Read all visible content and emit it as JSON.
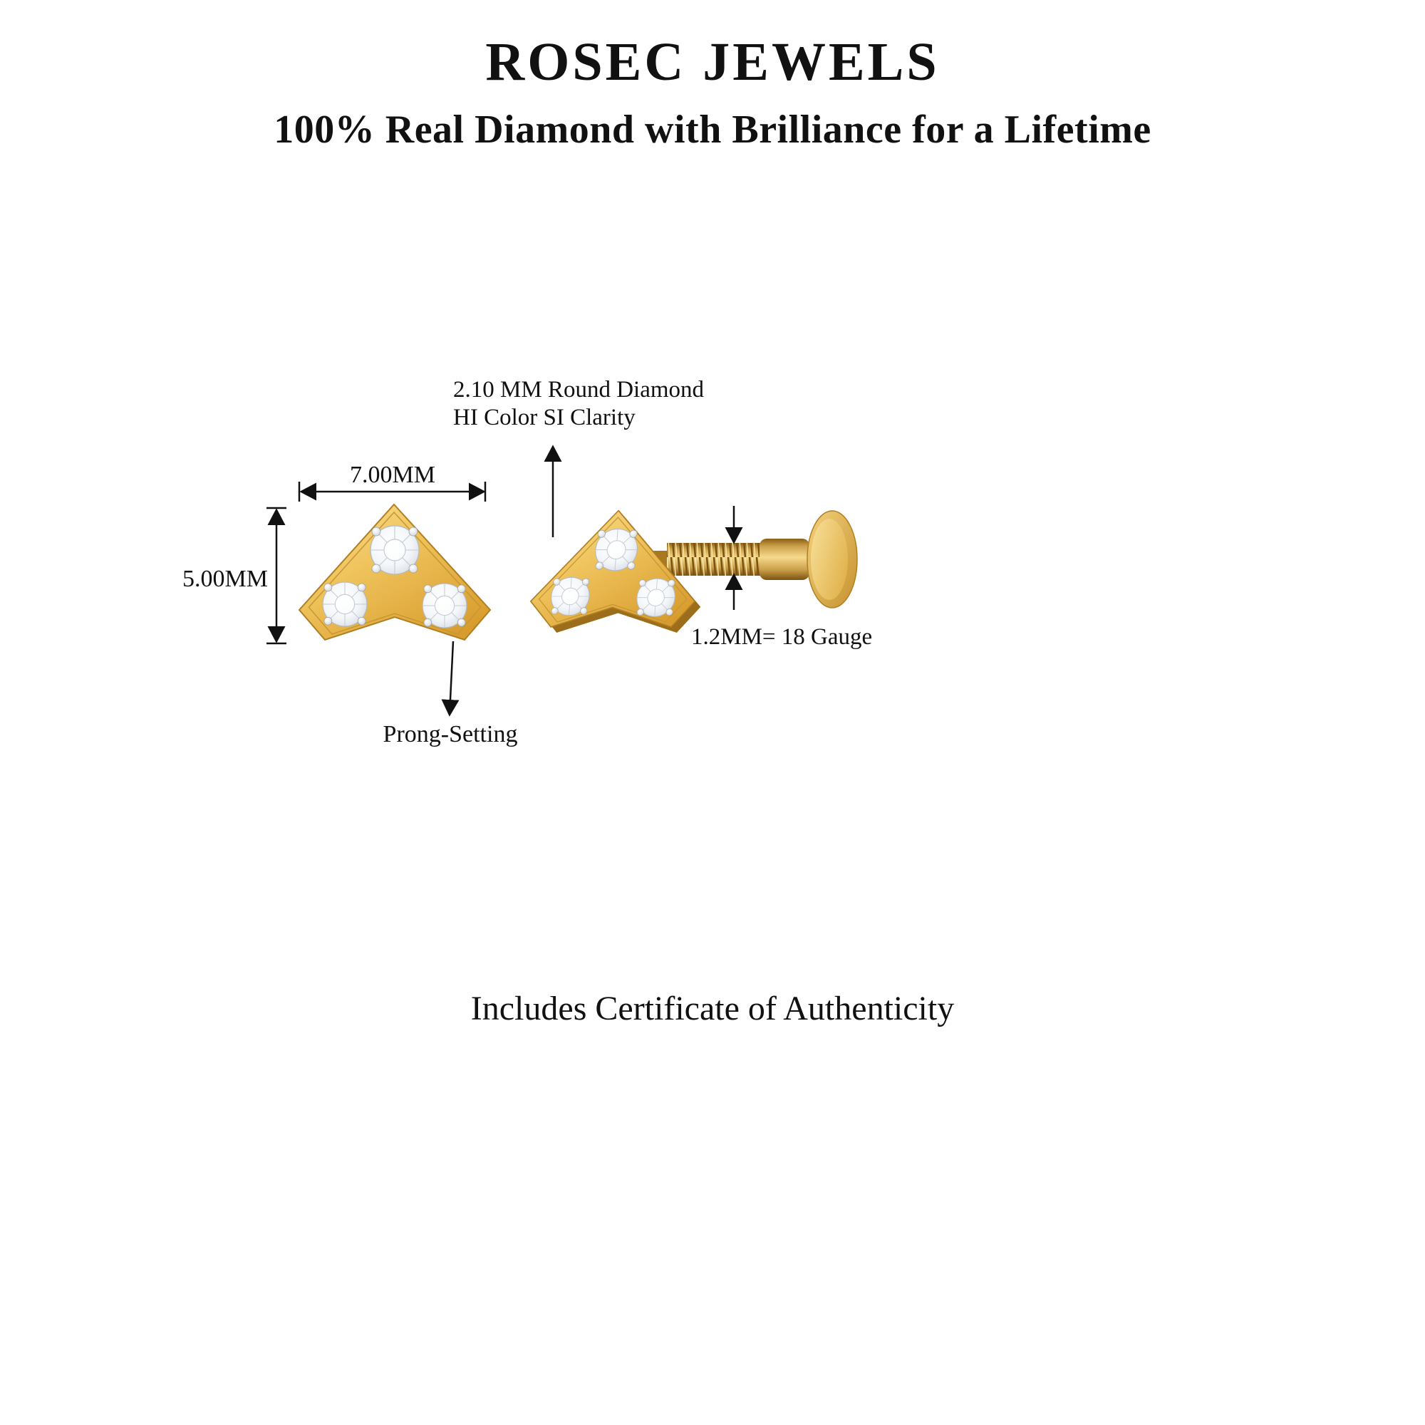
{
  "header": {
    "brand": "ROSEC JEWELS",
    "tagline": "100% Real Diamond with Brilliance for a Lifetime"
  },
  "diagram": {
    "diamond_callout": {
      "line1": "2.10 MM Round Diamond",
      "line2": "HI Color SI Clarity"
    },
    "width_dimension": "7.00MM",
    "height_dimension": "5.00MM",
    "gauge_label": "1.2MM= 18 Gauge",
    "prong_label": "Prong-Setting"
  },
  "footer": {
    "certificate_note": "Includes Certificate of Authenticity"
  },
  "colors": {
    "gold": "#EFC35C",
    "gold_dark": "#B07F22",
    "diamond": "#F2F5F8",
    "text": "#111111",
    "background": "#FFFFFF"
  }
}
